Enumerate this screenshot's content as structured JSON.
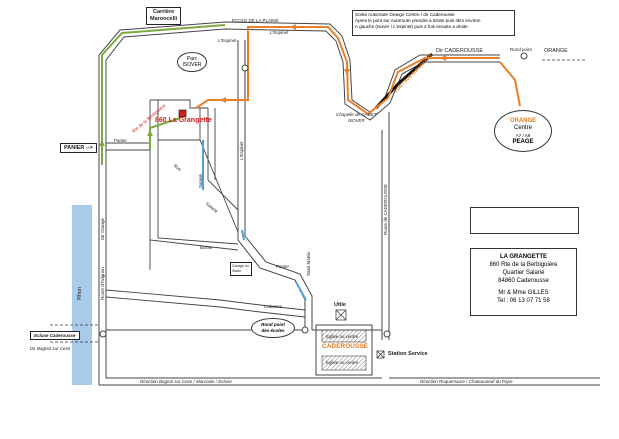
{
  "instructions": {
    "line1": "Sortie Autoroute Orange Centre / dir Caderousse",
    "line2": "Apres le pont sur Autoroute prendre a droite puis 4km environ",
    "line3": "A gauche (Isover / L'espinet) puis 2 fois ensuite a droite"
  },
  "places": {
    "carriere_line1": "Carrière",
    "carriere_line2": "Maroncelli",
    "parc_isover_line1": "Parc",
    "parc_isover_line2": "ISOVER",
    "la_grangette": "860 La Grangette",
    "rte_berbiguiere": "Rte de la Berbiguière",
    "espinet_top": "L'Espinet",
    "espinet_mid": "L'Espinet",
    "ecole_plaine": "ECOLE DE LA PLAINE",
    "dir_caderousse_top": "Dir CADEROUSSE",
    "orange_top": "ORANGE",
    "rond_point_small": "Rond point",
    "pont_sur_autoroute": "PONT SUR AUTOROUTE",
    "chapelle_line1": "Chapelle de GABET",
    "chapelle_line2": "ISOVER",
    "route_de_caderousse": "Route de CADEROUSSE",
    "orange_centre_line1": "ORANGE",
    "orange_centre_line2": "Centre",
    "orange_centre_line3": "A7 / A9",
    "orange_centre_line4": "PEAGE",
    "panier_box": "PANIER -->",
    "panier_road": "Panier",
    "panier_south": "Panier",
    "salarie": "Salarié",
    "ruel": "Rue",
    "bosse": "Bosse",
    "garage": "Garage du Stade",
    "saint_martin": "Saint Martin",
    "cabanes": "Cabanes",
    "rond_point_ecoles_line1": "Rond point",
    "rond_point_ecoles_line2": "des écoles",
    "utile": "Utile",
    "caderousse_town": "CADEROUSSE",
    "station_service": "Station Service",
    "ecluse": "Ecluse Caderousse",
    "dir_bagnols": "Dir Bagnol sur Ceze",
    "rhon": "Rhon",
    "rte_avignon": "Route d'Avignon",
    "dir_orange": "Dir Orange",
    "eglise_line1": "Eglise ou centre",
    "eglise_line2": "Eglise ou centre",
    "espinet_vertical": "L'Espinet"
  },
  "bottom": {
    "left": "Direction Bagnol sur Ceze / Marcoule / Ecluse",
    "right": "Direction Roquemaure / Chateauneuf du Pape"
  },
  "contact": {
    "title": "LA GRANGETTE",
    "address1": "860 Rte de la Berbiguière",
    "address2": "Quartier Salarié",
    "address3": "84860 Caderousse",
    "names": "Mr & Mme GILLES",
    "tel": "Tel : 06 13 07 71 58"
  },
  "colors": {
    "route_orange": "#e8802a",
    "route_green": "#7bab3e",
    "route_blue": "#4aa3d8",
    "river": "#a9cbea",
    "road": "#444444",
    "highway": "#111111"
  }
}
